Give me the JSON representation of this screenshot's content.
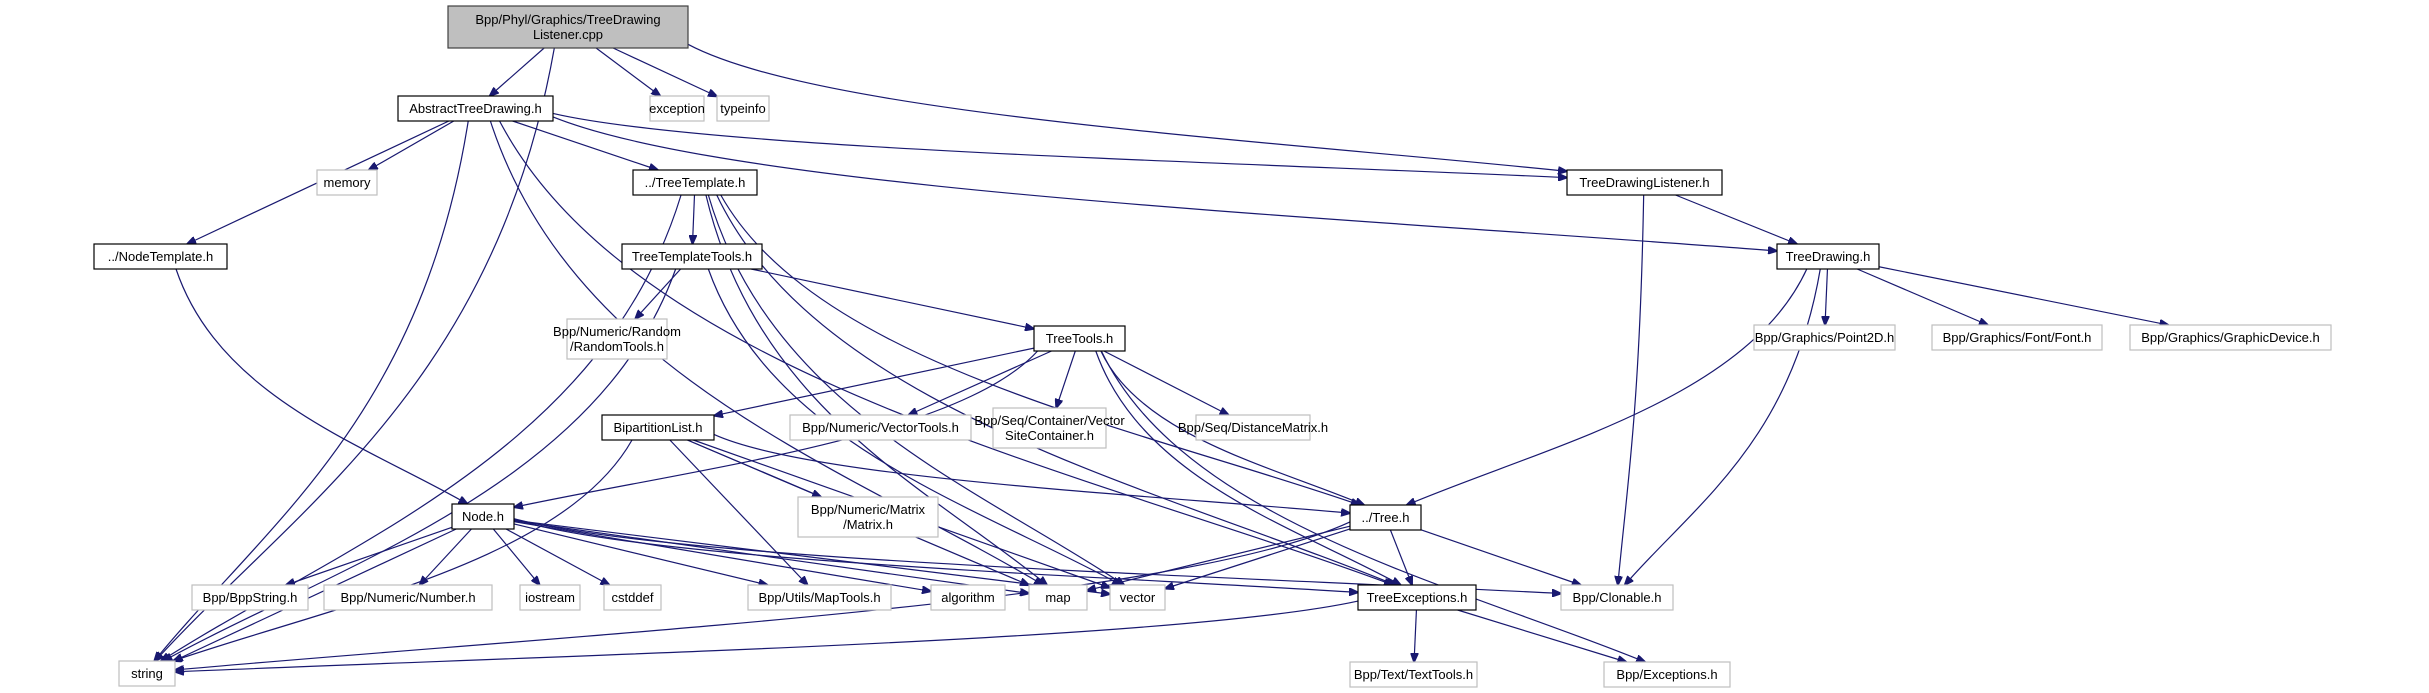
{
  "diagram": {
    "type": "include-dependency-graph",
    "colors": {
      "edge": "#191970",
      "root_fill": "#bfbfbf",
      "root_border": "#404040",
      "documented_border": "#000000",
      "external_border": "#bfbfbf",
      "node_fill": "#ffffff"
    },
    "nodes": [
      {
        "id": "root",
        "label": [
          "Bpp/Phyl/Graphics/TreeDrawing",
          "Listener.cpp"
        ],
        "kind": "root"
      },
      {
        "id": "atd",
        "label": [
          "AbstractTreeDrawing.h"
        ],
        "kind": "documented"
      },
      {
        "id": "exception",
        "label": [
          "exception"
        ],
        "kind": "external"
      },
      {
        "id": "typeinfo",
        "label": [
          "typeinfo"
        ],
        "kind": "external"
      },
      {
        "id": "memory",
        "label": [
          "memory"
        ],
        "kind": "external"
      },
      {
        "id": "treetemplate",
        "label": [
          "../TreeTemplate.h"
        ],
        "kind": "documented"
      },
      {
        "id": "tdl",
        "label": [
          "TreeDrawingListener.h"
        ],
        "kind": "documented"
      },
      {
        "id": "nodetemplate",
        "label": [
          "../NodeTemplate.h"
        ],
        "kind": "documented"
      },
      {
        "id": "ttt",
        "label": [
          "TreeTemplateTools.h"
        ],
        "kind": "documented"
      },
      {
        "id": "treedrawing",
        "label": [
          "TreeDrawing.h"
        ],
        "kind": "documented"
      },
      {
        "id": "randomtools",
        "label": [
          "Bpp/Numeric/Random",
          "/RandomTools.h"
        ],
        "kind": "external"
      },
      {
        "id": "treetools",
        "label": [
          "TreeTools.h"
        ],
        "kind": "documented"
      },
      {
        "id": "point2d",
        "label": [
          "Bpp/Graphics/Point2D.h"
        ],
        "kind": "external"
      },
      {
        "id": "font",
        "label": [
          "Bpp/Graphics/Font/Font.h"
        ],
        "kind": "external"
      },
      {
        "id": "graphicdevice",
        "label": [
          "Bpp/Graphics/GraphicDevice.h"
        ],
        "kind": "external"
      },
      {
        "id": "bipartition",
        "label": [
          "BipartitionList.h"
        ],
        "kind": "documented"
      },
      {
        "id": "vectortools",
        "label": [
          "Bpp/Numeric/VectorTools.h"
        ],
        "kind": "external"
      },
      {
        "id": "vsc",
        "label": [
          "Bpp/Seq/Container/Vector",
          "SiteContainer.h"
        ],
        "kind": "external"
      },
      {
        "id": "distmatrix",
        "label": [
          "Bpp/Seq/DistanceMatrix.h"
        ],
        "kind": "external"
      },
      {
        "id": "matrix",
        "label": [
          "Bpp/Numeric/Matrix",
          "/Matrix.h"
        ],
        "kind": "external"
      },
      {
        "id": "node",
        "label": [
          "Node.h"
        ],
        "kind": "documented"
      },
      {
        "id": "tree",
        "label": [
          "../Tree.h"
        ],
        "kind": "documented"
      },
      {
        "id": "bppstring",
        "label": [
          "Bpp/BppString.h"
        ],
        "kind": "external"
      },
      {
        "id": "number",
        "label": [
          "Bpp/Numeric/Number.h"
        ],
        "kind": "external"
      },
      {
        "id": "iostream",
        "label": [
          "iostream"
        ],
        "kind": "external"
      },
      {
        "id": "cstddef",
        "label": [
          "cstddef"
        ],
        "kind": "external"
      },
      {
        "id": "maptools",
        "label": [
          "Bpp/Utils/MapTools.h"
        ],
        "kind": "external"
      },
      {
        "id": "algorithm",
        "label": [
          "algorithm"
        ],
        "kind": "external"
      },
      {
        "id": "map",
        "label": [
          "map"
        ],
        "kind": "external"
      },
      {
        "id": "vector",
        "label": [
          "vector"
        ],
        "kind": "external"
      },
      {
        "id": "treeexceptions",
        "label": [
          "TreeExceptions.h"
        ],
        "kind": "documented"
      },
      {
        "id": "clonable",
        "label": [
          "Bpp/Clonable.h"
        ],
        "kind": "external"
      },
      {
        "id": "string",
        "label": [
          "string"
        ],
        "kind": "external"
      },
      {
        "id": "texttools",
        "label": [
          "Bpp/Text/TextTools.h"
        ],
        "kind": "external"
      },
      {
        "id": "exceptions",
        "label": [
          "Bpp/Exceptions.h"
        ],
        "kind": "external"
      }
    ],
    "edges": [
      [
        "root",
        "atd"
      ],
      [
        "root",
        "exception"
      ],
      [
        "root",
        "typeinfo"
      ],
      [
        "root",
        "string"
      ],
      [
        "root",
        "tdl"
      ],
      [
        "atd",
        "memory"
      ],
      [
        "atd",
        "treetemplate"
      ],
      [
        "atd",
        "nodetemplate"
      ],
      [
        "atd",
        "tdl"
      ],
      [
        "atd",
        "treedrawing"
      ],
      [
        "atd",
        "string"
      ],
      [
        "atd",
        "map"
      ],
      [
        "atd",
        "treeexceptions"
      ],
      [
        "tdl",
        "treedrawing"
      ],
      [
        "tdl",
        "clonable"
      ],
      [
        "treetemplate",
        "ttt"
      ],
      [
        "treetemplate",
        "tree"
      ],
      [
        "treetemplate",
        "string"
      ],
      [
        "treetemplate",
        "vector"
      ],
      [
        "treetemplate",
        "map"
      ],
      [
        "treetemplate",
        "treeexceptions"
      ],
      [
        "nodetemplate",
        "node"
      ],
      [
        "ttt",
        "randomtools"
      ],
      [
        "ttt",
        "treetools"
      ],
      [
        "ttt",
        "string"
      ],
      [
        "ttt",
        "vector"
      ],
      [
        "treedrawing",
        "point2d"
      ],
      [
        "treedrawing",
        "font"
      ],
      [
        "treedrawing",
        "graphicdevice"
      ],
      [
        "treedrawing",
        "tree"
      ],
      [
        "treedrawing",
        "clonable"
      ],
      [
        "treetools",
        "bipartition"
      ],
      [
        "treetools",
        "vectortools"
      ],
      [
        "treetools",
        "vsc"
      ],
      [
        "treetools",
        "distmatrix"
      ],
      [
        "treetools",
        "node"
      ],
      [
        "treetools",
        "tree"
      ],
      [
        "treetools",
        "treeexceptions"
      ],
      [
        "treetools",
        "exceptions"
      ],
      [
        "bipartition",
        "matrix"
      ],
      [
        "bipartition",
        "tree"
      ],
      [
        "bipartition",
        "maptools"
      ],
      [
        "bipartition",
        "map"
      ],
      [
        "bipartition",
        "string"
      ],
      [
        "bipartition",
        "vector"
      ],
      [
        "node",
        "bppstring"
      ],
      [
        "node",
        "number"
      ],
      [
        "node",
        "iostream"
      ],
      [
        "node",
        "cstddef"
      ],
      [
        "node",
        "maptools"
      ],
      [
        "node",
        "algorithm"
      ],
      [
        "node",
        "map"
      ],
      [
        "node",
        "vector"
      ],
      [
        "node",
        "treeexceptions"
      ],
      [
        "node",
        "clonable"
      ],
      [
        "node",
        "string"
      ],
      [
        "tree",
        "treeexceptions"
      ],
      [
        "tree",
        "clonable"
      ],
      [
        "tree",
        "vector"
      ],
      [
        "tree",
        "map"
      ],
      [
        "tree",
        "string"
      ],
      [
        "treeexceptions",
        "texttools"
      ],
      [
        "treeexceptions",
        "exceptions"
      ],
      [
        "treeexceptions",
        "string"
      ]
    ]
  }
}
